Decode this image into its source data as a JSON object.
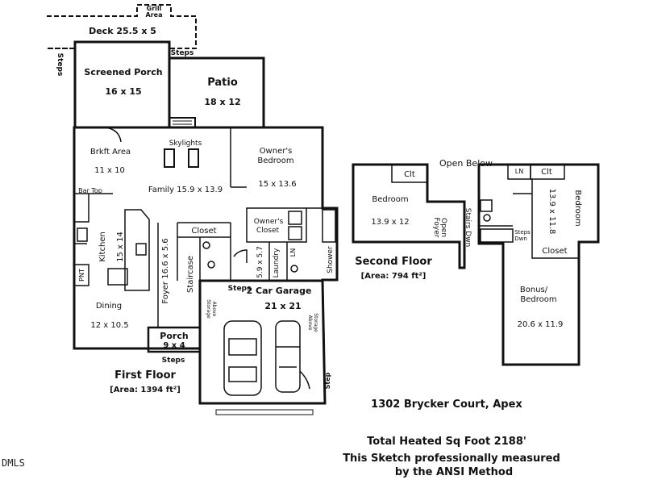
{
  "labels": {
    "grill": [
      "Grill",
      "Area"
    ],
    "deck": "Deck 25.5 x 5",
    "steps_left_vertical": "Steps",
    "steps_top": "Steps",
    "screened_porch": "Screened Porch",
    "screened_porch_dim": "16 x 15",
    "patio": "Patio",
    "patio_dim": "18 x 12",
    "skylights": "Skylights",
    "brkft_area": "Brkft Area",
    "brkft_dim": "11 x 10",
    "family": "Family 15.9 x 13.9",
    "bar_top": "Bar Top",
    "kitchen": "Kitchen",
    "kitchen_dim": "15 x 14",
    "pnt": "PNT",
    "owners_bedroom": [
      "Owner's",
      "Bedroom"
    ],
    "owners_bedroom_dim": "15 x 13.6",
    "owners_closet": [
      "Owner's",
      "Closet"
    ],
    "closet_first": "Closet",
    "lin": "LN",
    "laundry": "Laundry",
    "laundry_dim": "5.9 x 5.7",
    "shower": "Shower",
    "foyer": "Foyer 16.6 x 5.6",
    "staircase": "Staircase",
    "dining": "Dining",
    "dining_dim": "12 x 10.5",
    "porch": "Porch",
    "porch_dim": "9 x 4",
    "steps_porch": "Steps",
    "steps_garage": "Steps",
    "garage": "2 Car Garage",
    "garage_dim": "21 x 21",
    "storage_left": [
      "Storage",
      "Above"
    ],
    "storage_right": [
      "Storage",
      "Above"
    ],
    "step_right": "Step",
    "first_floor": "First Floor",
    "first_area": "[Area: 1394 ft²]",
    "clt_left": "Clt",
    "open_below": "Open Below",
    "ln_second": "LN",
    "clt_right": "Clt",
    "bedroom_left": "Bedroom",
    "bedroom_left_dim": "13.9 x 12",
    "open_foyer": [
      "Open",
      "Foyer"
    ],
    "stairs_dn": "Stairs Dwn",
    "steps_dwn": [
      "Steps",
      "Dwn"
    ],
    "bedroom_right": "Bedroom",
    "bedroom_right_dim": "13.9 x 11.8",
    "closet_second": "Closet",
    "bonus": [
      "Bonus/",
      "Bedroom"
    ],
    "bonus_dim": "20.6 x 11.9",
    "second_floor": "Second Floor",
    "second_area": "[Area: 794 ft²]",
    "address": "1302 Brycker Court, Apex",
    "total_sqft": "Total Heated Sq Foot 2188'",
    "ansi_line1": "This Sketch professionally measured",
    "ansi_line2": "by the ANSI Method",
    "watermark": "DMLS"
  }
}
